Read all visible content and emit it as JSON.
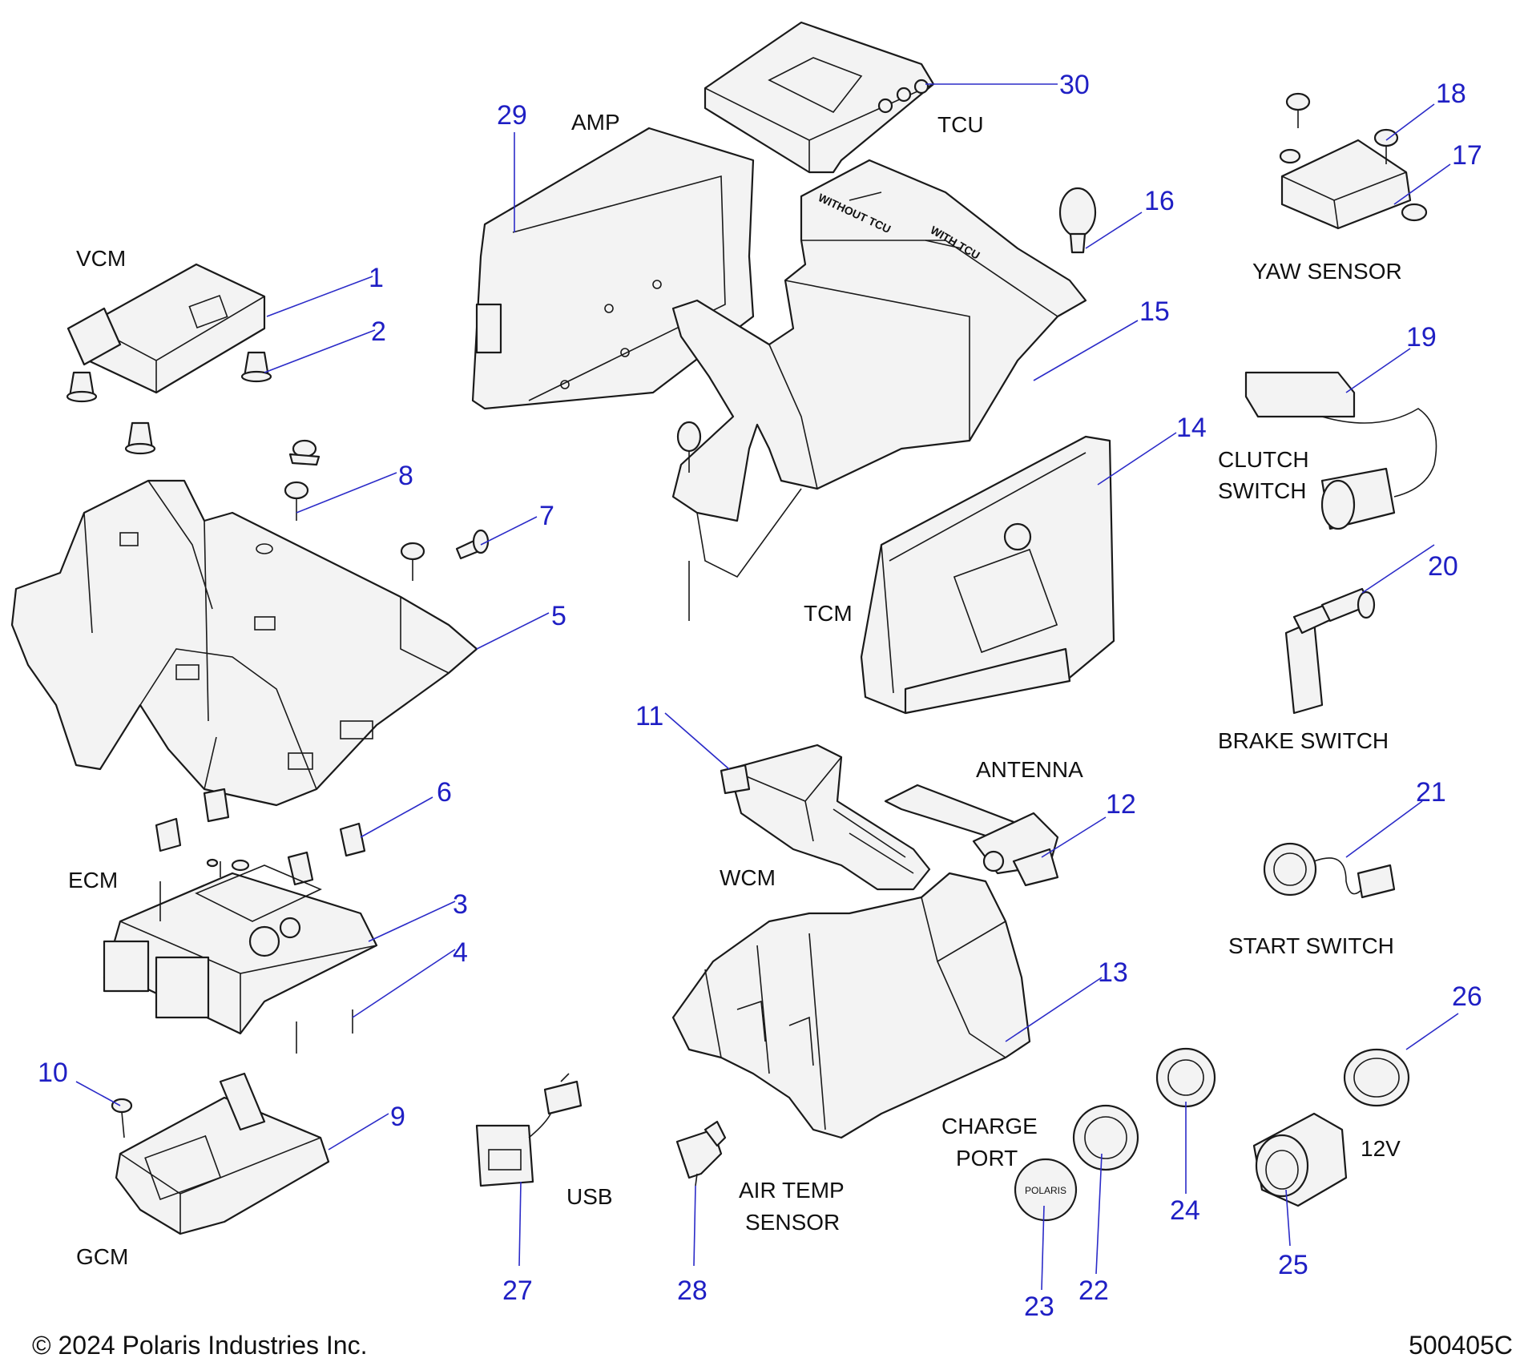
{
  "colors": {
    "callout": "#1f1fc4",
    "label": "#111111",
    "part_fill": "#f3f3f3",
    "part_dark": "#a9a9a9"
  },
  "labels": [
    {
      "id": "amp",
      "text": "AMP"
    },
    {
      "id": "tcu",
      "text": "TCU"
    },
    {
      "id": "vcm",
      "text": "VCM"
    },
    {
      "id": "yaw",
      "text": "YAW SENSOR"
    },
    {
      "id": "clutch1",
      "text": "CLUTCH"
    },
    {
      "id": "clutch2",
      "text": "SWITCH"
    },
    {
      "id": "tcm",
      "text": "TCM"
    },
    {
      "id": "brake",
      "text": "BRAKE SWITCH"
    },
    {
      "id": "antenna",
      "text": "ANTENNA"
    },
    {
      "id": "wcm",
      "text": "WCM"
    },
    {
      "id": "ecm",
      "text": "ECM"
    },
    {
      "id": "start",
      "text": "START SWITCH"
    },
    {
      "id": "charge1",
      "text": "CHARGE"
    },
    {
      "id": "charge2",
      "text": "PORT"
    },
    {
      "id": "v12",
      "text": "12V"
    },
    {
      "id": "usb",
      "text": "USB"
    },
    {
      "id": "airtemp1",
      "text": "AIR TEMP"
    },
    {
      "id": "airtemp2",
      "text": "SENSOR"
    },
    {
      "id": "gcm",
      "text": "GCM"
    }
  ],
  "callouts": [
    "1",
    "2",
    "3",
    "4",
    "5",
    "6",
    "7",
    "8",
    "9",
    "10",
    "11",
    "12",
    "13",
    "14",
    "15",
    "16",
    "17",
    "18",
    "19",
    "20",
    "21",
    "22",
    "23",
    "24",
    "25",
    "26",
    "27",
    "28",
    "29",
    "30"
  ],
  "stamps": {
    "without_tcu": "WITHOUT TCU",
    "with_tcu": "WITH TCU",
    "logo": "POLARIS"
  },
  "footer": {
    "copyright": "© 2024 Polaris Industries Inc.",
    "code": "500405C"
  }
}
